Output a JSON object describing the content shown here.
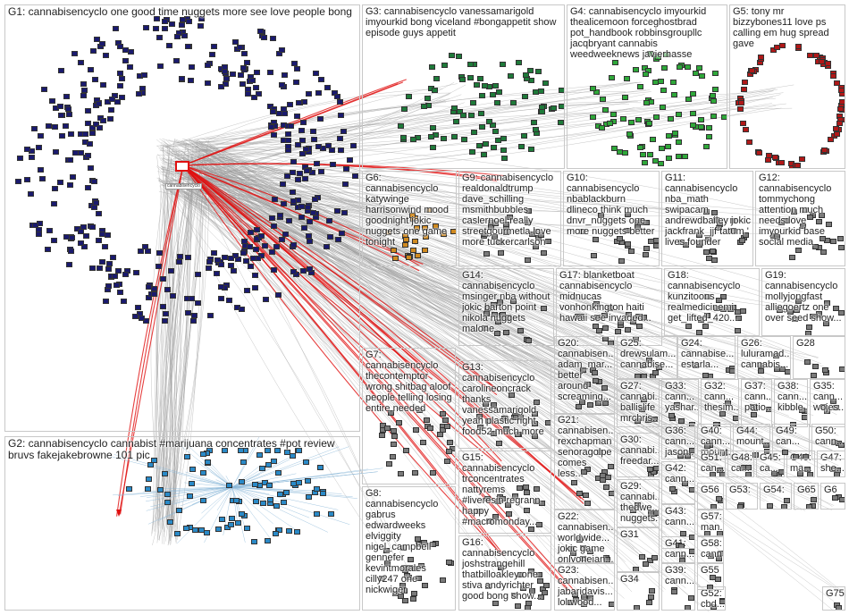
{
  "groups": [
    {
      "id": "G1",
      "label": "G1: cannabisencyclo one good time nuggets more see love people bong",
      "color": "#1a1a6e"
    },
    {
      "id": "G2",
      "label": "G2: cannabisencyclo cannabist #marijuana concentrates #pot review bruvs fakejakebrowne 101 pic",
      "color": "#2a8ac8"
    },
    {
      "id": "G3",
      "label": "G3: cannabisencyclo vanessamarigold imyourkid bong viceland #bongappetit show episode guys appetit",
      "color": "#1e7a3a"
    },
    {
      "id": "G4",
      "label": "G4: cannabisencyclo imyourkid thealicemoon forceghostbrad pot_handbook robbinsgroupllc jacqbryant cannabis weedweeknews javierhasse",
      "color": "#2ea83a"
    },
    {
      "id": "G5",
      "label": "G5: tony mr bizzybones11 love ps calling em hug spread gave",
      "color": "#b01818"
    },
    {
      "id": "G6",
      "label": "G6: cannabisencyclo katywinge harrisonwind mood goodnight jokic nuggets one game tonight",
      "color": "#d08a20"
    },
    {
      "id": "G7",
      "label": "G7: cannabisencyclo thecontemptor wrong shitbag aloof people telling losing entire needed",
      "color": "#7a7a7a"
    },
    {
      "id": "G8",
      "label": "G8: cannabisencyclo gabrus edwardweeks elviggity nigel_campbell gennefer kevintmorales cilly247 one nickwiger",
      "color": "#7a7a7a"
    },
    {
      "id": "G9",
      "label": "G9: cannabisencyclo realdonaldtrump dave_schilling msmithbubbles caslernoel really streetgourmetla love more tuckercarlson",
      "color": "#7a7a7a"
    },
    {
      "id": "G10",
      "label": "G10: cannabisencyclo nbablackburn dlineco think much dnvr_nuggets one more nuggets better",
      "color": "#7a7a7a"
    },
    {
      "id": "G11",
      "label": "G11: cannabisencyclo nba_math swipacam andrewdbailey jokic jackfrank_jjf tatum ' lives founder",
      "color": "#7a7a7a"
    },
    {
      "id": "G12",
      "label": "G12: cannabisencyclo tommychong attention much needs love imyourkid base social media",
      "color": "#7a7a7a"
    },
    {
      "id": "G13",
      "label": "G13: cannabisencyclo carolineoncrack thanks vanessamarigold yeah plastic right food52 much more",
      "color": "#7a7a7a"
    },
    {
      "id": "G14",
      "label": "G14: cannabisencyclo msinger nba without jokic barton point nikola nuggets malone",
      "color": "#7a7a7a"
    },
    {
      "id": "G15",
      "label": "G15: cannabisencyclo trconcentrates nattyrems #liveresin regrann happy #macromonday...",
      "color": "#7a7a7a"
    },
    {
      "id": "G16",
      "label": "G16: cannabisencyclo joshstrangehill thatbilloakley one stiva andyrichter good bong show...",
      "color": "#7a7a7a"
    },
    {
      "id": "G17",
      "label": "G17: blanketboat cannabisencyclo midnucas vonhonkington haiti hawaii see invaded...",
      "color": "#7a7a7a"
    },
    {
      "id": "G18",
      "label": "G18: cannabisencyclo kunzitoons realmedicinemi get_lifted_420...",
      "color": "#7a7a7a"
    },
    {
      "id": "G19",
      "label": "G19: cannabisencyclo mollyjongfast alliegoertz one over seed show...",
      "color": "#7a7a7a"
    },
    {
      "id": "G20",
      "label": "G20: cannabisen... adam_mar... better around screaming...",
      "color": "#7a7a7a"
    },
    {
      "id": "G21",
      "label": "G21: cannabisen... rexchapman senoragolpe comes less...",
      "color": "#7a7a7a"
    },
    {
      "id": "G22",
      "label": "G22: cannabisen... worldwide... jokic game onlyonejan...",
      "color": "#7a7a7a"
    },
    {
      "id": "G23",
      "label": "G23: cannabisen... jabaridavis... lol wood...",
      "color": "#7a7a7a"
    },
    {
      "id": "G24",
      "label": "G24: cannabise... estarla...",
      "color": "#7a7a7a"
    },
    {
      "id": "G25",
      "label": "G25: drewsulam... cannabise...",
      "color": "#7a7a7a"
    },
    {
      "id": "G26",
      "label": "G26: luluramad... cannabis...",
      "color": "#7a7a7a"
    },
    {
      "id": "G27",
      "label": "G27: cannabi... ballislife mrchris...",
      "color": "#7a7a7a"
    },
    {
      "id": "G28",
      "label": "G28",
      "color": "#7a7a7a"
    },
    {
      "id": "G29",
      "label": "G29: cannabi... thedwe... nuggets...",
      "color": "#7a7a7a"
    },
    {
      "id": "G30",
      "label": "G30: cannabi... freedar...",
      "color": "#7a7a7a"
    },
    {
      "id": "G31",
      "label": "G31",
      "color": "#7a7a7a"
    },
    {
      "id": "G32",
      "label": "G32: cann... thesim...",
      "color": "#7a7a7a"
    },
    {
      "id": "G33",
      "label": "G33: cann... yashar...",
      "color": "#7a7a7a"
    },
    {
      "id": "G34",
      "label": "G34",
      "color": "#7a7a7a"
    },
    {
      "id": "G35",
      "label": "G35: cann... wojes...",
      "color": "#7a7a7a"
    },
    {
      "id": "G36",
      "label": "G36: cann... jason...",
      "color": "#7a7a7a"
    },
    {
      "id": "G37",
      "label": "G37: cann... patio...",
      "color": "#7a7a7a"
    },
    {
      "id": "G38",
      "label": "G38: cann... kibble...",
      "color": "#7a7a7a"
    },
    {
      "id": "G39",
      "label": "G39: cann...",
      "color": "#7a7a7a"
    },
    {
      "id": "G40",
      "label": "G40: cann... mount...",
      "color": "#7a7a7a"
    },
    {
      "id": "G41",
      "label": "G41: cann...",
      "color": "#7a7a7a"
    },
    {
      "id": "G42",
      "label": "G42: cann...",
      "color": "#7a7a7a"
    },
    {
      "id": "G43",
      "label": "G43: cann...",
      "color": "#7a7a7a"
    },
    {
      "id": "G44",
      "label": "G44: mount...",
      "color": "#7a7a7a"
    },
    {
      "id": "G45",
      "label": "G45: ca... ma...",
      "color": "#7a7a7a"
    },
    {
      "id": "G46",
      "label": "G46: ma...",
      "color": "#7a7a7a"
    },
    {
      "id": "G47",
      "label": "G47: she...",
      "color": "#7a7a7a"
    },
    {
      "id": "G48",
      "label": "G48: ca...",
      "color": "#7a7a7a"
    },
    {
      "id": "G49",
      "label": "G49: can...",
      "color": "#7a7a7a"
    },
    {
      "id": "G50",
      "label": "G50: cann...",
      "color": "#7a7a7a"
    },
    {
      "id": "G51",
      "label": "G51: can...",
      "color": "#7a7a7a"
    },
    {
      "id": "G52",
      "label": "G52: cbd...",
      "color": "#7a7a7a"
    },
    {
      "id": "G53",
      "label": "G53:",
      "color": "#7a7a7a"
    },
    {
      "id": "G54",
      "label": "G54:",
      "color": "#7a7a7a"
    },
    {
      "id": "G55",
      "label": "G55",
      "color": "#7a7a7a"
    },
    {
      "id": "G56",
      "label": "G56",
      "color": "#7a7a7a"
    },
    {
      "id": "G57",
      "label": "G57: man...",
      "color": "#7a7a7a"
    },
    {
      "id": "G58",
      "label": "G58: cann...",
      "color": "#7a7a7a"
    },
    {
      "id": "G65",
      "label": "G65",
      "color": "#7a7a7a"
    },
    {
      "id": "G6x",
      "label": "G6",
      "color": "#7a7a7a"
    },
    {
      "id": "G75",
      "label": "G75",
      "color": "#7a7a7a"
    }
  ],
  "hub_label": "cannabisencyclo"
}
